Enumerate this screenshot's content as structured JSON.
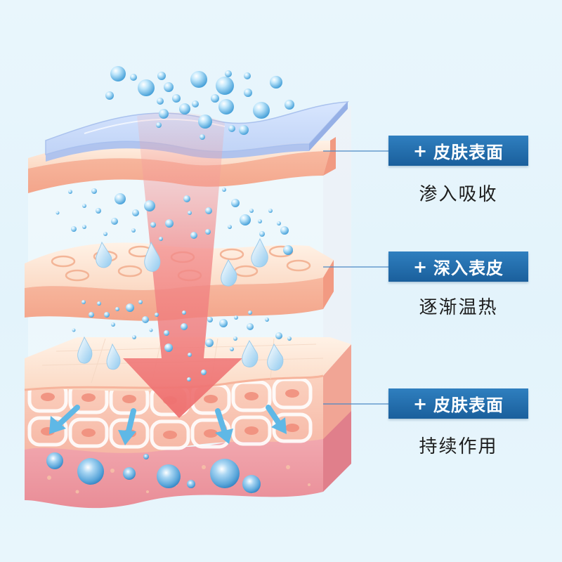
{
  "colors": {
    "label_bg": "#1f67a6",
    "arrow": "#f07878",
    "bubble": "#66b8e6",
    "skin": "#f6c3ae",
    "tissue": "#f0a2a8"
  },
  "stages": [
    {
      "prefix": "+",
      "title": "皮肤表面",
      "subtitle": "渗入吸收"
    },
    {
      "prefix": "+",
      "title": "深入表皮",
      "subtitle": "逐渐温热"
    },
    {
      "prefix": "+",
      "title": "皮肤表面",
      "subtitle": "持续作用"
    }
  ],
  "icons": {
    "bubbles": "water-bubble-icon",
    "drops": "water-drop-icon",
    "arrows": "blue-arrow-icon"
  }
}
